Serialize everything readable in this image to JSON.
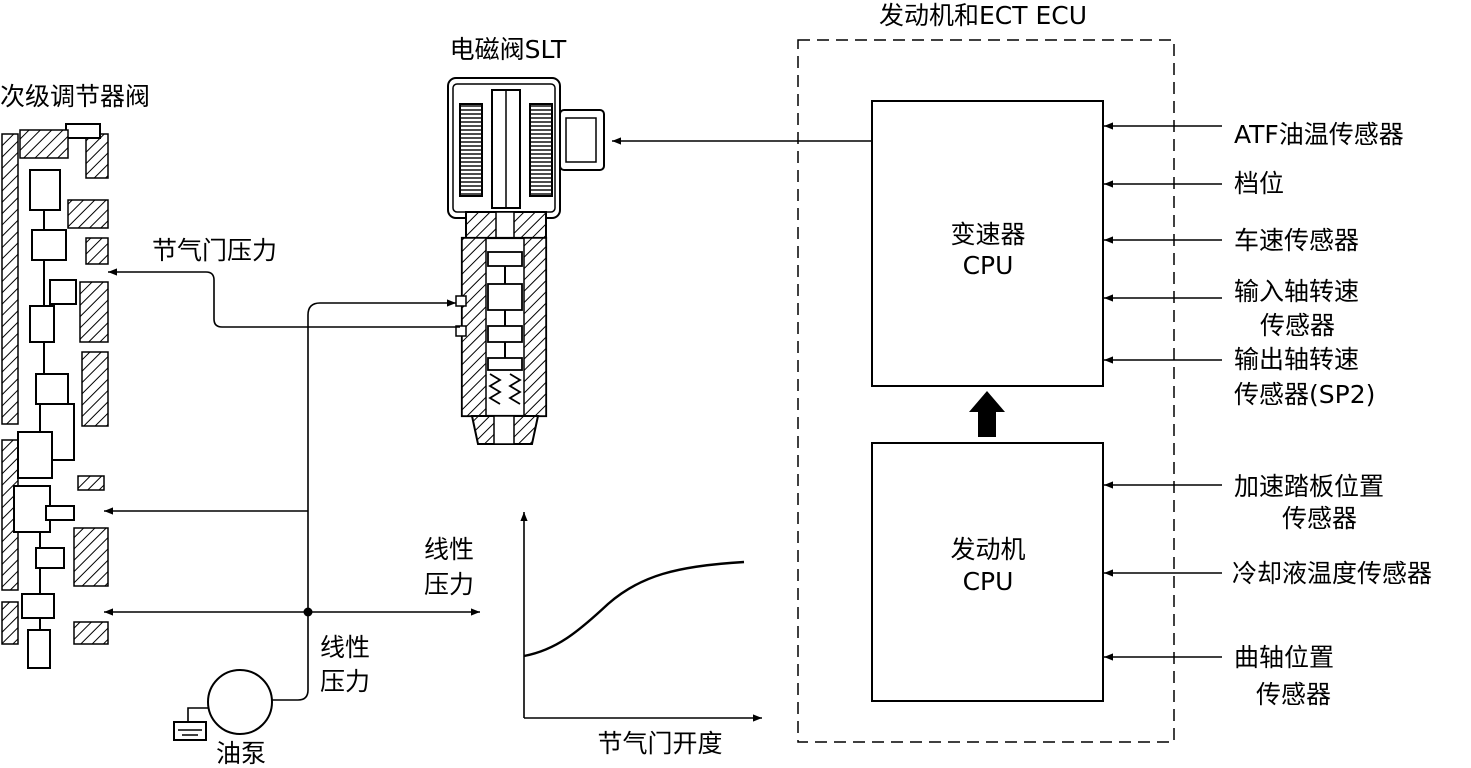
{
  "labels": {
    "ecu_title": "发动机和ECT  ECU",
    "solenoid": "电磁阀SLT",
    "secondary_valve": "次级调节器阀",
    "throttle_pressure": "节气门压力",
    "line_pressure_1": "线性",
    "line_pressure_2": "压力",
    "line_pressure_b1": "线性",
    "line_pressure_b2": "压力",
    "oil_pump": "油泵",
    "throttle_opening": "节气门开度"
  },
  "trans_cpu": {
    "name": "变速器",
    "cpu": "CPU"
  },
  "engine_cpu": {
    "name": "发动机",
    "cpu": "CPU"
  },
  "trans_inputs": [
    {
      "line1": "ATF油温传感器",
      "line2": ""
    },
    {
      "line1": "档位",
      "line2": ""
    },
    {
      "line1": "车速传感器",
      "line2": ""
    },
    {
      "line1": "输入轴转速",
      "line2": "传感器"
    },
    {
      "line1": "输出轴转速",
      "line2": "传感器(SP2)"
    }
  ],
  "engine_inputs": [
    {
      "line1": "加速踏板位置",
      "line2": "传感器"
    },
    {
      "line1": "冷却液温度传感器",
      "line2": ""
    },
    {
      "line1": "曲轴位置",
      "line2": "传感器"
    }
  ]
}
